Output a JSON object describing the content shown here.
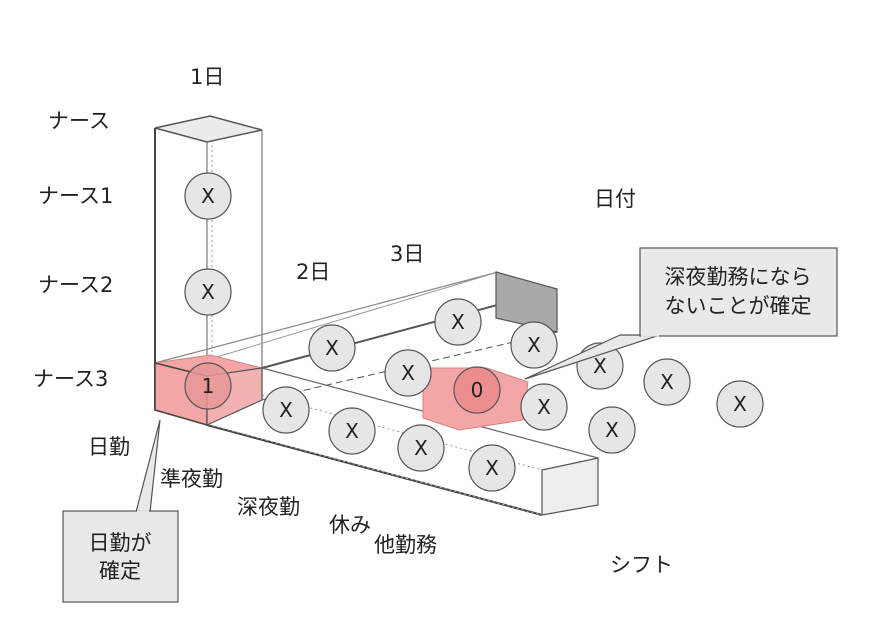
{
  "labels": {
    "nurse": "ナース",
    "nurse1": "ナース1",
    "nurse2": "ナース2",
    "nurse3": "ナース3",
    "day1": "1日",
    "day2": "2日",
    "day3": "3日",
    "date_axis": "日付",
    "shift_axis": "シフト",
    "shift_day": "日勤",
    "shift_semi_night": "準夜勤",
    "shift_deep_night": "深夜勤",
    "shift_rest": "休み",
    "shift_other": "他勤務"
  },
  "markers": {
    "x": "X",
    "one": "1",
    "zero": "0"
  },
  "callouts": {
    "day_shift_confirmed": [
      "日勤が",
      "確定"
    ],
    "no_deep_night": [
      "深夜勤務になら",
      "ないことが確定"
    ]
  },
  "colors": {
    "highlight_fill": "#f4a6a6",
    "highlight_stroke": "#d98080",
    "circle_fill": "#e6e6e6",
    "callout_fill": "#e9e9e9",
    "box_stroke": "#555555"
  }
}
